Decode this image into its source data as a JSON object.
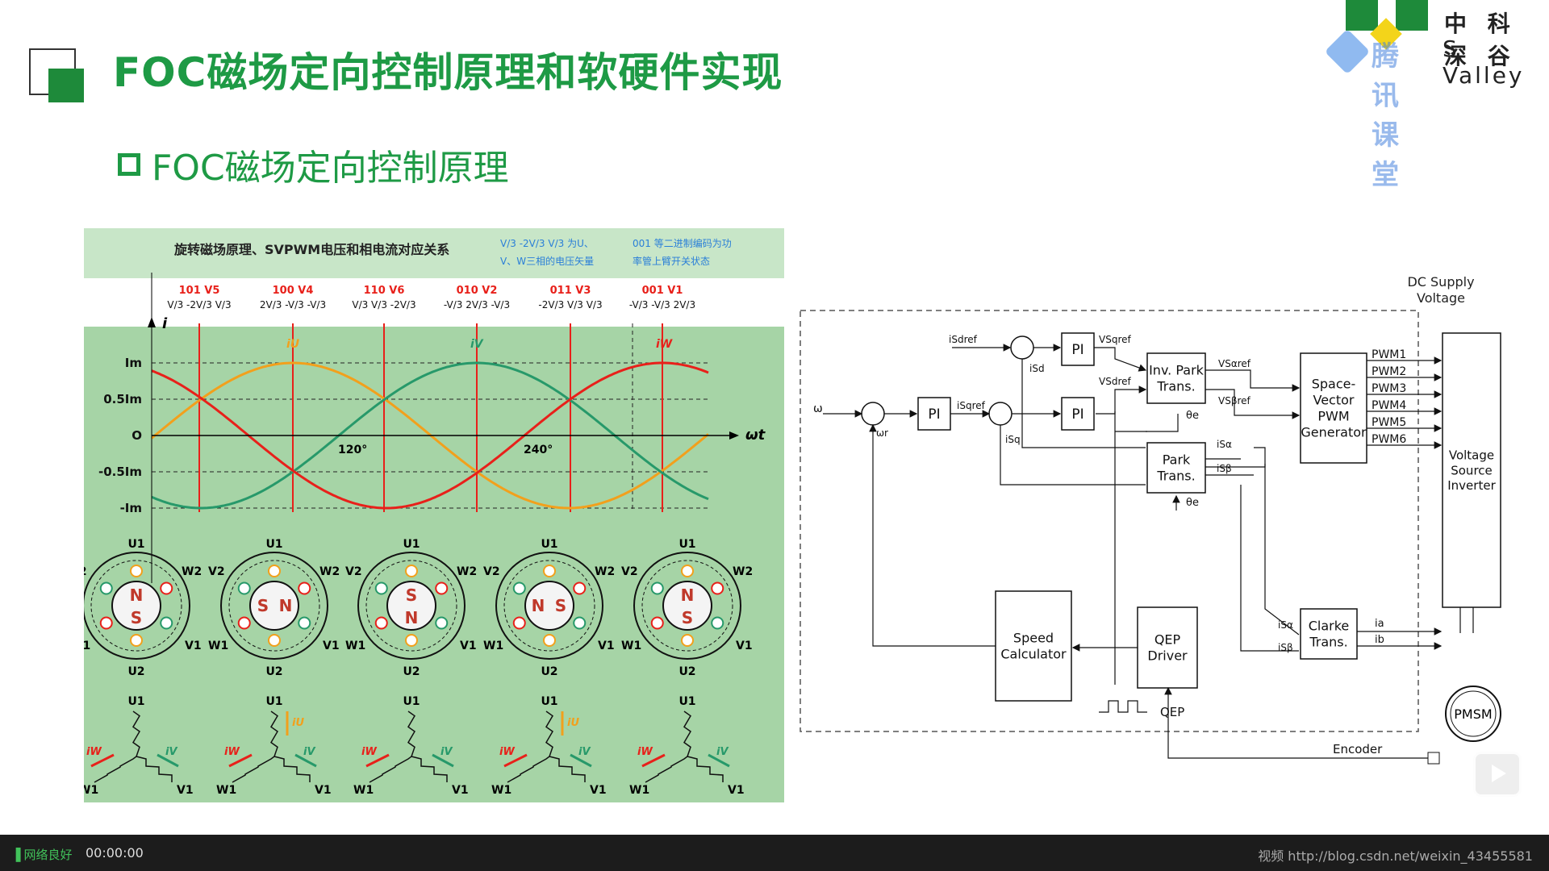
{
  "slide": {
    "title": "FOC磁场定向控制原理和软硬件实现",
    "subtitle": "FOC磁场定向控制原理"
  },
  "brand": {
    "name_cn": "中 科 深 谷",
    "name_en": "S Valley",
    "watermark": "腾讯课堂"
  },
  "left_figure": {
    "header_title": "旋转磁场原理、SVPWM电压和相电流对应关系",
    "note1": [
      "V/3 -2V/3 V/3 为U、",
      "V、W三相的电压矢量"
    ],
    "note2": [
      "001 等二进制编码为功",
      "率管上臂开关状态"
    ],
    "vectors": [
      {
        "name": "101 V5",
        "voltages": "V/3  -2V/3  V/3"
      },
      {
        "name": "100 V4",
        "voltages": "2V/3  -V/3  -V/3"
      },
      {
        "name": "110 V6",
        "voltages": "V/3  V/3  -2V/3"
      },
      {
        "name": "010 V2",
        "voltages": "-V/3  2V/3  -V/3"
      },
      {
        "name": "011 V3",
        "voltages": "-2V/3  V/3  V/3"
      },
      {
        "name": "001 V1",
        "voltages": "-V/3  -V/3  2V/3"
      }
    ],
    "y_ticks": [
      "Im",
      "0.5Im",
      "O",
      "-0.5Im",
      "-Im"
    ],
    "y_label": "i",
    "x_label": "ωt",
    "angle_labels": [
      "120°",
      "240°"
    ],
    "peak_labels": [
      "iU",
      "iV",
      "iW"
    ],
    "motor_labels": {
      "u1": "U1",
      "u2": "U2",
      "v1": "V1",
      "v2": "V2",
      "w1": "W1",
      "w2": "W2"
    },
    "colors": {
      "u": "#f2a01c",
      "v": "#27996a",
      "w": "#e8201a",
      "bg": "#a6d4a6",
      "header": "#c8e6c8"
    }
  },
  "right_figure": {
    "dc_supply": [
      "DC Supply",
      "Voltage"
    ],
    "blocks": {
      "pi": "PI",
      "inv_park": [
        "Inv. Park",
        "Trans."
      ],
      "park": [
        "Park",
        "Trans."
      ],
      "svpwm": [
        "Space-",
        "Vector",
        "PWM",
        "Generator"
      ],
      "vsi": [
        "Voltage",
        "Source",
        "Inverter"
      ],
      "clarke": [
        "Clarke",
        "Trans."
      ],
      "speed_calc": [
        "Speed",
        "Calculator"
      ],
      "qep_driver": [
        "QEP",
        "Driver"
      ],
      "pmsm": "PMSM"
    },
    "pwm_labels": [
      "PWM1",
      "PWM2",
      "PWM3",
      "PWM4",
      "PWM5",
      "PWM6"
    ],
    "signals": {
      "isdref": "iSdref",
      "isqref": "iSqref",
      "isd": "iSd",
      "isq": "iSq",
      "vsdref": "VSdref",
      "vsqref": "VSqref",
      "vsalfa": "VSαref",
      "vsbeta": "VSβref",
      "isalfa": "iSα",
      "isbeta": "iSβ",
      "ia": "ia",
      "ib": "ib",
      "theta": "θe",
      "omega": "ω",
      "omega_r": "ωr",
      "qep": "QEP",
      "encoder": "Encoder"
    }
  },
  "player": {
    "network_status": "网络良好",
    "time": "00:00:00",
    "url": "视频 http://blog.csdn.net/weixin_43455581"
  }
}
